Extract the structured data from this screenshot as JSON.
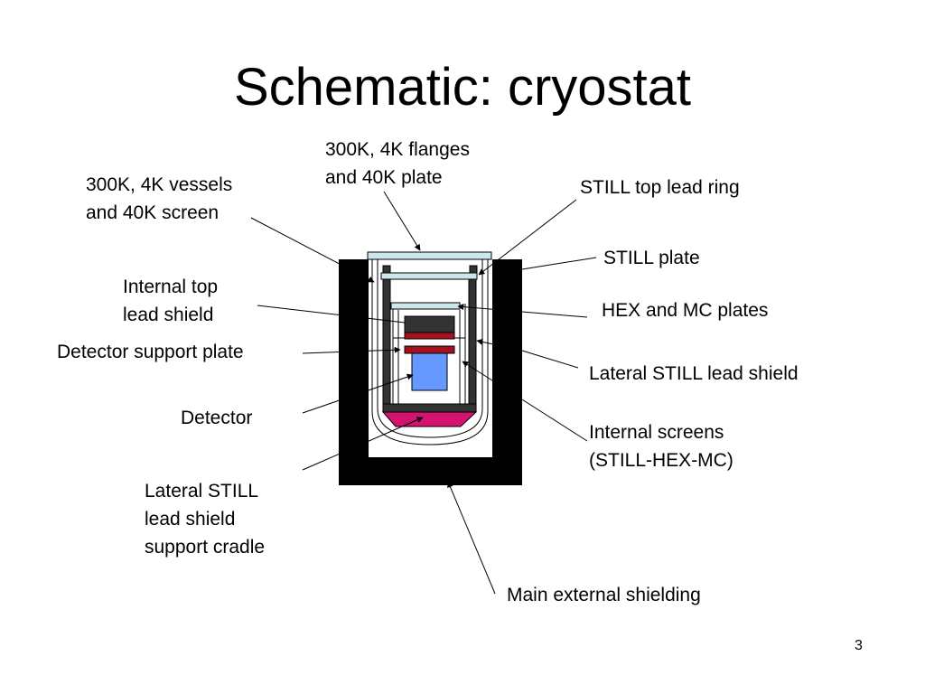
{
  "slide": {
    "title": "Schematic: cryostat",
    "page_number": "3"
  },
  "labels": {
    "flanges": "300K, 4K flanges\nand 40K plate",
    "vessels": "300K, 4K vessels\nand 40K screen",
    "still_top_lead_ring": "STILL top lead ring",
    "still_plate": "STILL plate",
    "internal_top_lead_shield": "Internal top\nlead shield",
    "hex_mc_plates": "HEX and MC plates",
    "detector_support_plate": "Detector support plate",
    "lateral_still_lead_shield": "Lateral STILL lead shield",
    "detector": "Detector",
    "internal_screens": "Internal screens\n(STILL-HEX-MC)",
    "cradle": "Lateral STILL\nlead shield\nsupport cradle",
    "main_external_shielding": "Main external shielding"
  },
  "colors": {
    "external_shield": "#000000",
    "lead_shield": "#333333",
    "flange_plate": "#cce8ee",
    "copper_plate": "#a5121f",
    "detector": "#6699ff",
    "cradle": "#d4126f"
  }
}
